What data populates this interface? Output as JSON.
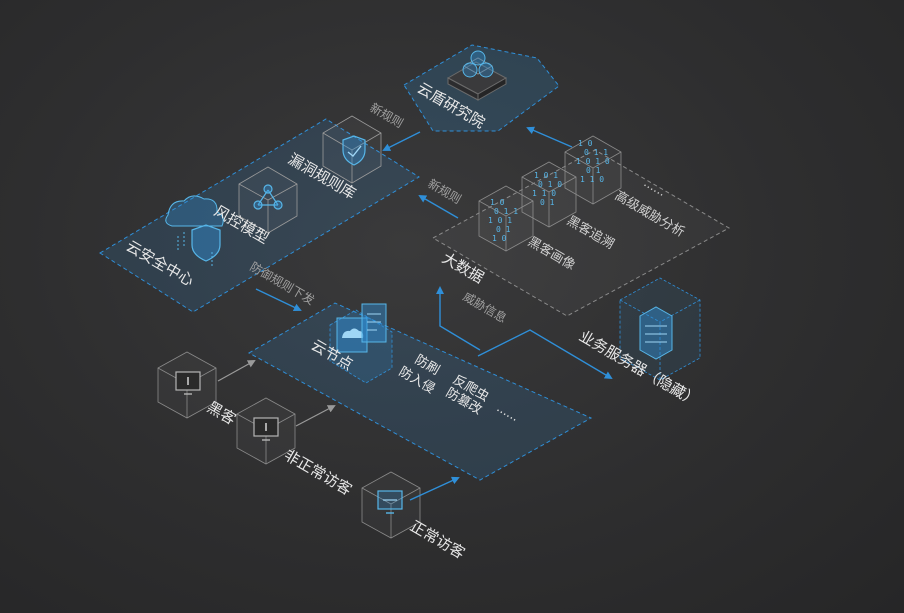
{
  "diagram": {
    "nodes": {
      "research": "云盾研究院",
      "vuln_lib": "漏洞规则库",
      "risk_model": "风控模型",
      "sec_center": "云安全中心",
      "cloud_node": "云节点",
      "big_data": "大数据",
      "server": "业务服务器（隐藏）",
      "hacker": "黑客",
      "abnormal_visitor": "非正常访客",
      "normal_visitor": "正常访客"
    },
    "analysis": {
      "portrait": "黑客画像",
      "trace": "黑客追溯",
      "advanced": "高级威胁分析",
      "ellipsis": "......"
    },
    "capabilities": {
      "anti_brush": "防刷",
      "anti_crawler": "反爬虫",
      "anti_intrusion": "防入侵",
      "anti_tamper": "防篡改",
      "ellipsis": "......"
    },
    "flows": {
      "new_rules_1": "新规则",
      "new_rules_2": "新规则",
      "defense_rules": "防御规则下发",
      "threat_info": "威胁信息"
    },
    "colors": {
      "background": "#2e2e2f",
      "accent": "#2f8fd8",
      "platform_fill": "#2c3f52",
      "dashed_border": "#2f8fd8",
      "gray_border": "#8a8a8a",
      "text": "#e8e8e8"
    }
  }
}
